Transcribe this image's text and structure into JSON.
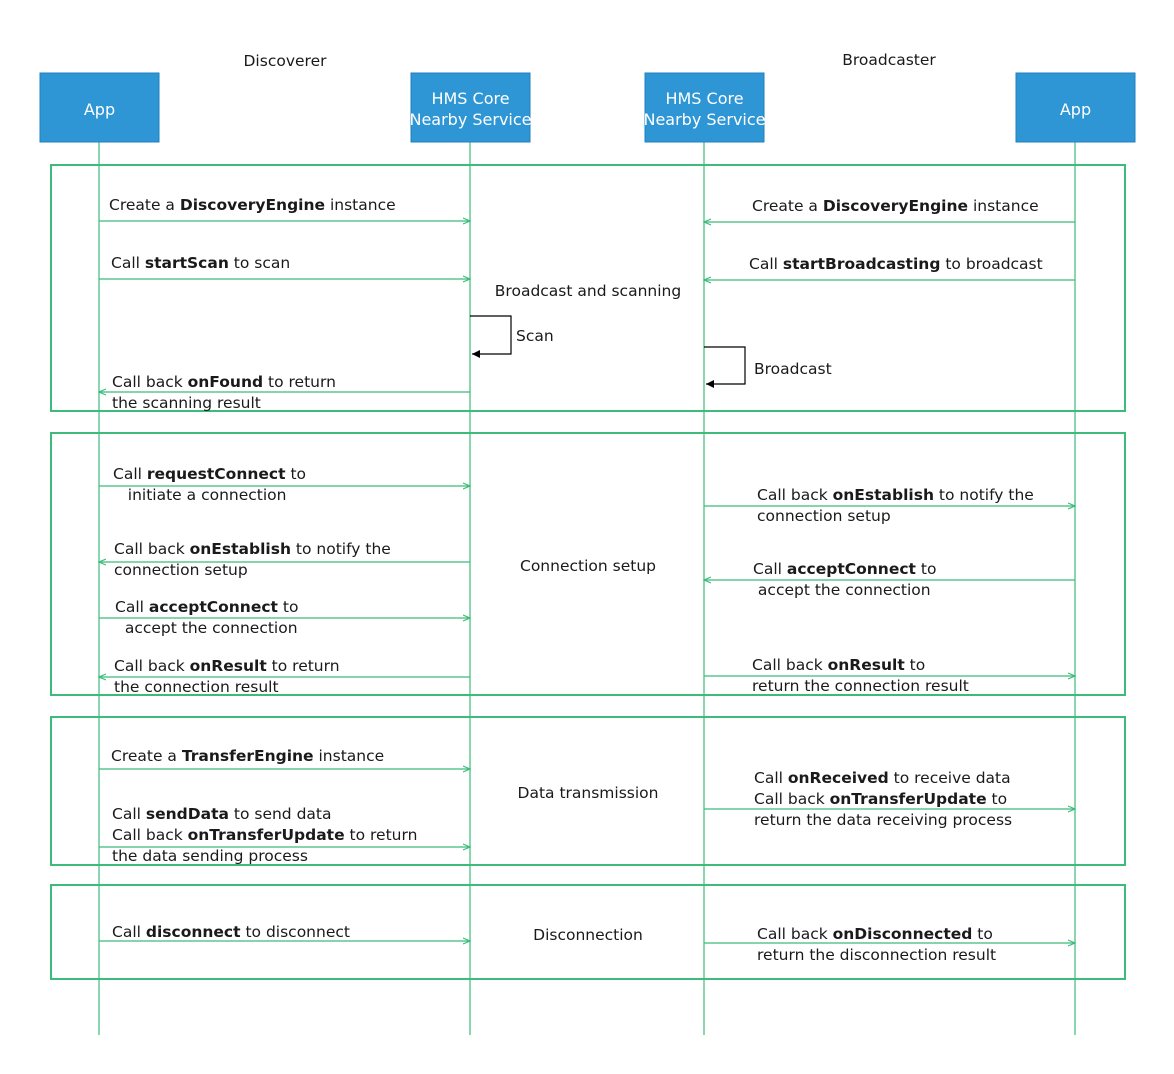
{
  "roles": {
    "discoverer": "Discoverer",
    "broadcaster": "Broadcaster"
  },
  "participants": {
    "app_left": "App",
    "hms_left": [
      "HMS Core",
      "Nearby Service"
    ],
    "hms_right": [
      "HMS Core",
      "Nearby Service"
    ],
    "app_right": "App"
  },
  "sections": {
    "broadcast": "Broadcast and scanning",
    "connection": "Connection setup",
    "data": "Data transmission",
    "disconnection": "Disconnection"
  },
  "self_messages": {
    "scan": "Scan",
    "broadcast": "Broadcast"
  },
  "messages": {
    "m1": [
      [
        [
          "Create a ",
          false
        ],
        [
          "DiscoveryEngine",
          true
        ],
        [
          " instance",
          false
        ]
      ]
    ],
    "m2": [
      [
        [
          "Call ",
          false
        ],
        [
          "startScan",
          true
        ],
        [
          " to scan",
          false
        ]
      ]
    ],
    "m3": [
      [
        [
          "Call back ",
          false
        ],
        [
          "onFound",
          true
        ],
        [
          " to return",
          false
        ]
      ],
      [
        [
          "the scanning result",
          false
        ]
      ]
    ],
    "m4": [
      [
        [
          "Create a ",
          false
        ],
        [
          "DiscoveryEngine",
          true
        ],
        [
          " instance",
          false
        ]
      ]
    ],
    "m5": [
      [
        [
          "Call ",
          false
        ],
        [
          "startBroadcasting",
          true
        ],
        [
          " to broadcast",
          false
        ]
      ]
    ],
    "m6": [
      [
        [
          "Call ",
          false
        ],
        [
          "requestConnect",
          true
        ],
        [
          " to",
          false
        ]
      ],
      [
        [
          "   initiate a connection",
          false
        ]
      ]
    ],
    "m7": [
      [
        [
          "Call back ",
          false
        ],
        [
          "onEstablish",
          true
        ],
        [
          " to notify the",
          false
        ]
      ],
      [
        [
          "connection setup",
          false
        ]
      ]
    ],
    "m8": [
      [
        [
          "Call ",
          false
        ],
        [
          "acceptConnect",
          true
        ],
        [
          " to",
          false
        ]
      ],
      [
        [
          "  accept the connection",
          false
        ]
      ]
    ],
    "m9": [
      [
        [
          "Call back ",
          false
        ],
        [
          "onResult",
          true
        ],
        [
          " to return",
          false
        ]
      ],
      [
        [
          "the connection result",
          false
        ]
      ]
    ],
    "m10": [
      [
        [
          "Call back ",
          false
        ],
        [
          "onEstablish",
          true
        ],
        [
          " to notify the",
          false
        ]
      ],
      [
        [
          "connection setup",
          false
        ]
      ]
    ],
    "m11": [
      [
        [
          "Call ",
          false
        ],
        [
          "acceptConnect",
          true
        ],
        [
          " to",
          false
        ]
      ],
      [
        [
          " accept the connection",
          false
        ]
      ]
    ],
    "m12": [
      [
        [
          "Call back ",
          false
        ],
        [
          "onResult",
          true
        ],
        [
          " to",
          false
        ]
      ],
      [
        [
          "return the connection result",
          false
        ]
      ]
    ],
    "m13": [
      [
        [
          "Create a ",
          false
        ],
        [
          "TransferEngine",
          true
        ],
        [
          " instance",
          false
        ]
      ]
    ],
    "m14": [
      [
        [
          "Call ",
          false
        ],
        [
          "sendData",
          true
        ],
        [
          " to send data",
          false
        ]
      ],
      [
        [
          "Call back ",
          false
        ],
        [
          "onTransferUpdate",
          true
        ],
        [
          " to return",
          false
        ]
      ],
      [
        [
          "the data sending process",
          false
        ]
      ]
    ],
    "m15": [
      [
        [
          "Call ",
          false
        ],
        [
          "onReceived",
          true
        ],
        [
          " to receive data",
          false
        ]
      ],
      [
        [
          "Call back ",
          false
        ],
        [
          "onTransferUpdate",
          true
        ],
        [
          " to",
          false
        ]
      ],
      [
        [
          "return the data receiving process",
          false
        ]
      ]
    ],
    "m16": [
      [
        [
          "Call ",
          false
        ],
        [
          "disconnect",
          true
        ],
        [
          " to disconnect",
          false
        ]
      ]
    ],
    "m17": [
      [
        [
          "Call back ",
          false
        ],
        [
          "onDisconnected",
          true
        ],
        [
          " to",
          false
        ]
      ],
      [
        [
          "return the disconnection result",
          false
        ]
      ]
    ]
  },
  "colors": {
    "box_fill": "#2e96d4",
    "box_border": "#2080c0",
    "line": "#3dbb7a",
    "text": "#1a1a1a"
  }
}
